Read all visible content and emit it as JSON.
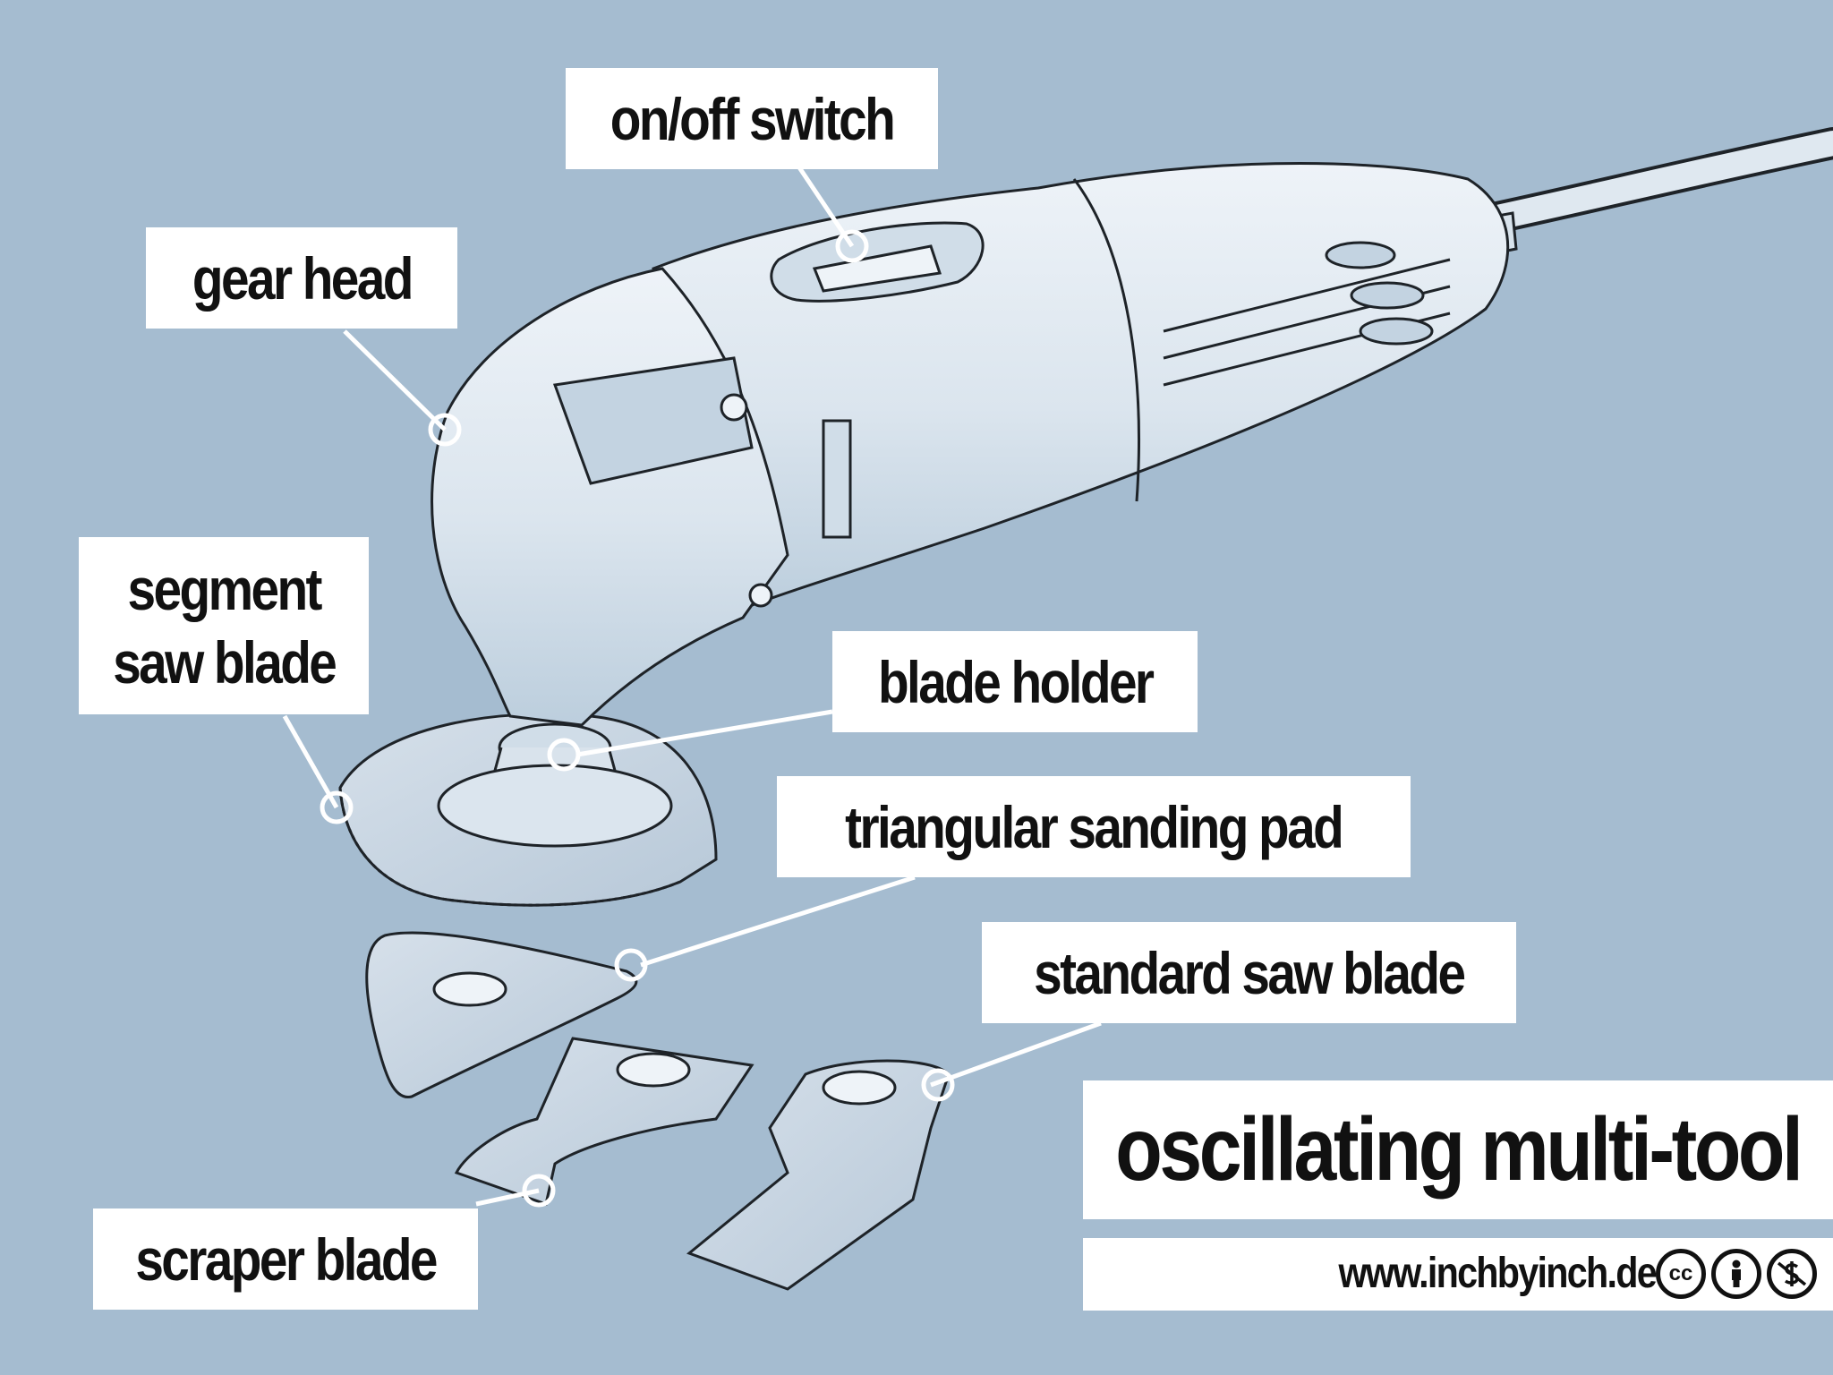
{
  "title": "oscillating multi-tool",
  "website": "www.inchbyinch.de",
  "license_icons": [
    "cc-icon",
    "attribution-icon",
    "noncommercial-icon"
  ],
  "license_text": {
    "cc": "cc"
  },
  "labels": {
    "on_off_switch": "on/off switch",
    "gear_head": "gear head",
    "segment_saw_blade_line1": "segment",
    "segment_saw_blade_line2": "saw blade",
    "blade_holder": "blade holder",
    "triangular_sanding_pad": "triangular sanding pad",
    "standard_saw_blade": "standard saw blade",
    "scraper_blade": "scraper blade"
  },
  "colors": {
    "background": "#a5bcd0",
    "tool_body": "#dfe8f0",
    "tool_shade": "#c3d3e1",
    "outline": "#1e2328",
    "leader": "#ffffff"
  }
}
